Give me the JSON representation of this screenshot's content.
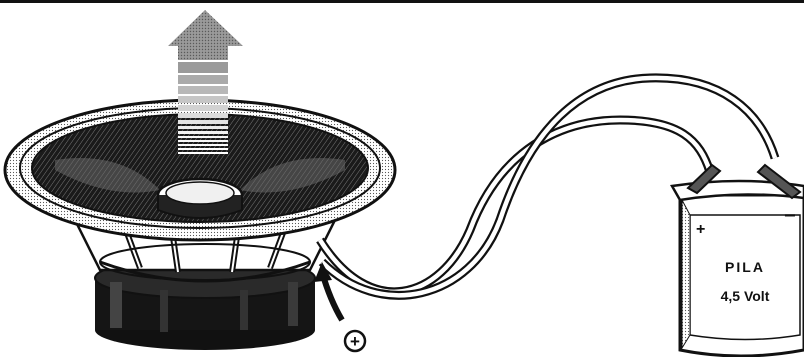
{
  "battery": {
    "plus_label": "+",
    "minus_label": "−",
    "name": "PILA",
    "voltage": "4,5 Volt"
  },
  "polarity_marker": {
    "symbol": "+"
  },
  "arrow": {
    "direction": "up",
    "meaning": "cone-movement"
  },
  "colors": {
    "ink": "#111111",
    "paper": "#ffffff",
    "arrow_gray": "#8c8c8c"
  }
}
